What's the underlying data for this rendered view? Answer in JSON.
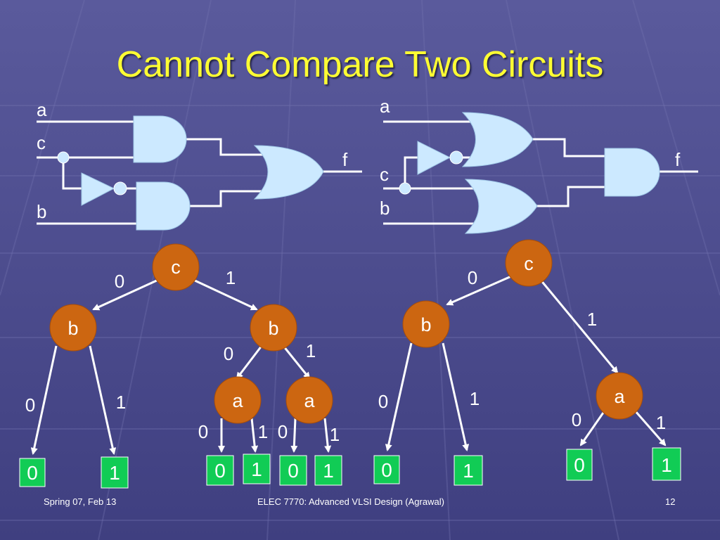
{
  "slide": {
    "title": "Cannot Compare Two Circuits",
    "footer_left": "Spring 07, Feb 13",
    "footer_center": "ELEC 7770: Advanced VLSI Design (Agrawal)",
    "footer_right": "12"
  },
  "colors": {
    "title": "#ffff33",
    "gate_fill": "#cce9ff",
    "node_fill": "#cc6611",
    "leaf_fill": "#11cc55",
    "wire": "#ffffff"
  },
  "circuit_left": {
    "labels": {
      "a": "a",
      "c": "c",
      "b": "b",
      "f": "f"
    }
  },
  "circuit_right": {
    "labels": {
      "a": "a",
      "c": "c",
      "b": "b",
      "f": "f"
    }
  },
  "bdd_left": {
    "root": "c",
    "n_b0": "b",
    "n_b1": "b",
    "n_a0": "a",
    "n_a1": "a",
    "e_root_0": "0",
    "e_root_1": "1",
    "e_b0_0": "0",
    "e_b0_1": "1",
    "e_b1_0": "0",
    "e_b1_1": "1",
    "e_a0_0": "0",
    "e_a0_1": "1",
    "e_a1_0": "0",
    "e_a1_1": "1",
    "leaves": [
      "0",
      "1",
      "0",
      "1",
      "0",
      "1"
    ]
  },
  "bdd_right": {
    "root": "c",
    "n_b": "b",
    "n_a": "a",
    "e_root_0": "0",
    "e_root_1": "1",
    "e_b_0": "0",
    "e_b_1": "1",
    "e_a_0": "0",
    "e_a_1": "1",
    "leaves": [
      "0",
      "1",
      "0",
      "1"
    ]
  }
}
